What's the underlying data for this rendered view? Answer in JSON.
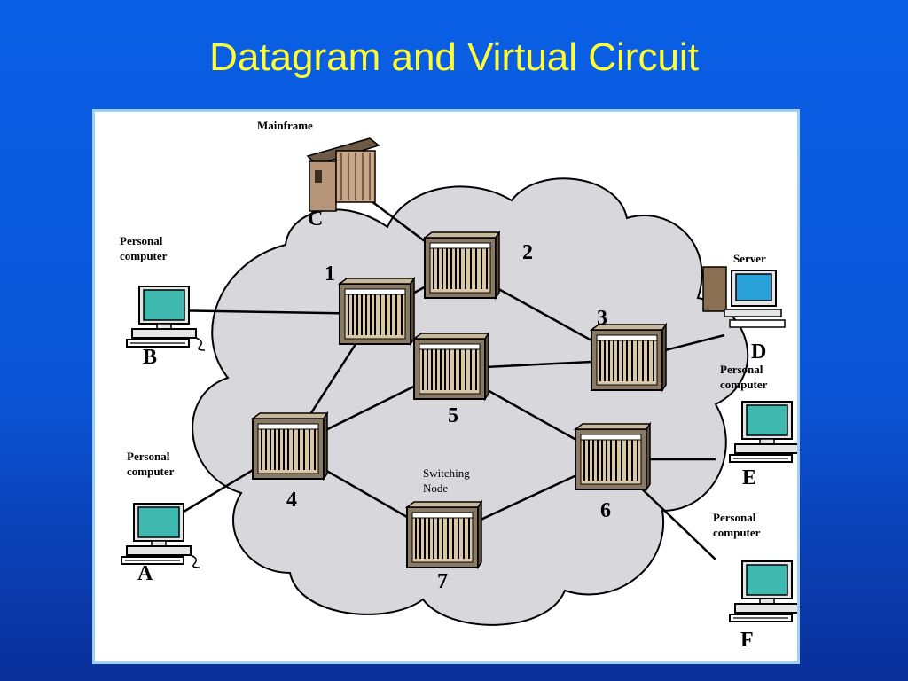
{
  "title": "Datagram and Virtual Circuit",
  "diagram": {
    "nodes": [
      {
        "label": "1"
      },
      {
        "label": "2"
      },
      {
        "label": "3"
      },
      {
        "label": "4"
      },
      {
        "label": "5"
      },
      {
        "label": "6"
      },
      {
        "label": "7"
      }
    ],
    "switching_node_label": [
      "Switching",
      "Node"
    ],
    "endpoints": {
      "A": {
        "letter": "A",
        "caption": [
          "Personal",
          "computer"
        ],
        "icon": "personal-computer-icon"
      },
      "B": {
        "letter": "B",
        "caption": [
          "Personal",
          "computer"
        ],
        "icon": "personal-computer-icon"
      },
      "C": {
        "letter": "C",
        "caption": [
          "Mainframe"
        ],
        "icon": "mainframe-icon"
      },
      "D": {
        "letter": "D",
        "caption": [
          "Server"
        ],
        "icon": "server-icon"
      },
      "E": {
        "letter": "E",
        "caption": [
          "Personal",
          "computer"
        ],
        "icon": "personal-computer-icon"
      },
      "F": {
        "letter": "F",
        "caption": [
          "Personal",
          "computer"
        ],
        "icon": "personal-computer-icon"
      }
    },
    "links": [
      [
        "B",
        "1"
      ],
      [
        "C",
        "2"
      ],
      [
        "1",
        "2"
      ],
      [
        "1",
        "4"
      ],
      [
        "2",
        "3"
      ],
      [
        "3",
        "D"
      ],
      [
        "5",
        "3"
      ],
      [
        "4",
        "5"
      ],
      [
        "5",
        "6"
      ],
      [
        "4",
        "7"
      ],
      [
        "7",
        "6"
      ],
      [
        "A",
        "4"
      ],
      [
        "6",
        "E"
      ],
      [
        "6",
        "F"
      ]
    ],
    "colors": {
      "cloud": "#d8d8dc",
      "screen": "#3fb9b0",
      "switch_body": "#8a7a63",
      "title": "#ffff33"
    }
  }
}
